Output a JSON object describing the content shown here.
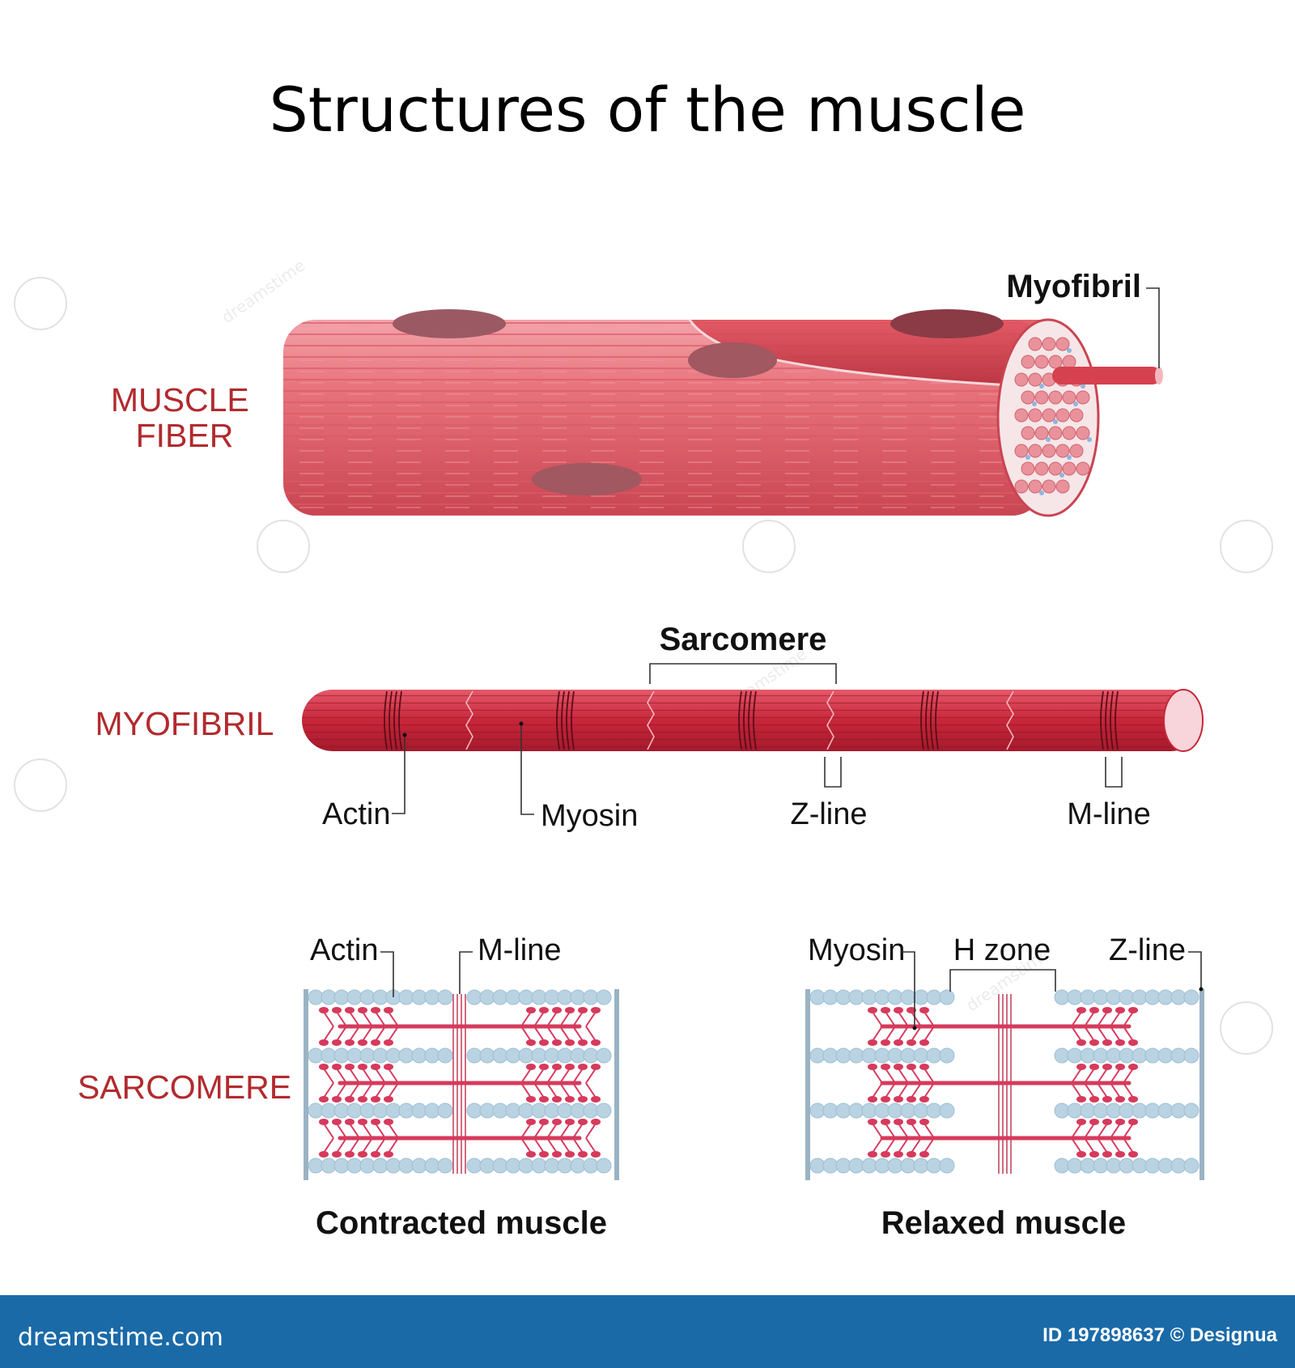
{
  "title": "Structures of the muscle",
  "sections": {
    "muscle_fiber": "MUSCLE\nFIBER",
    "myofibril": "MYOFIBRIL",
    "sarcomere": "SARCOMERE"
  },
  "fiber_labels": {
    "myofibril": "Myofibril"
  },
  "myofibril_labels": {
    "sarcomere": "Sarcomere",
    "actin": "Actin",
    "myosin": "Myosin",
    "z_line": "Z-line",
    "m_line": "M-line"
  },
  "sarcomere_labels": {
    "actin": "Actin",
    "m_line": "M-line",
    "myosin": "Myosin",
    "h_zone": "H zone",
    "z_line": "Z-line",
    "contracted": "Contracted muscle",
    "relaxed": "Relaxed muscle"
  },
  "footer": {
    "site": "dreamstime.com",
    "credit": "ID 197898637 © Designua"
  },
  "watermark": "dreamstime",
  "colors": {
    "section_label": "#b22a2e",
    "fiber": "#e8707a",
    "myofibril": "#c8263a",
    "actin": "#b9d3e3",
    "myosin": "#d63a5c",
    "footer": "#1a6aa8"
  }
}
